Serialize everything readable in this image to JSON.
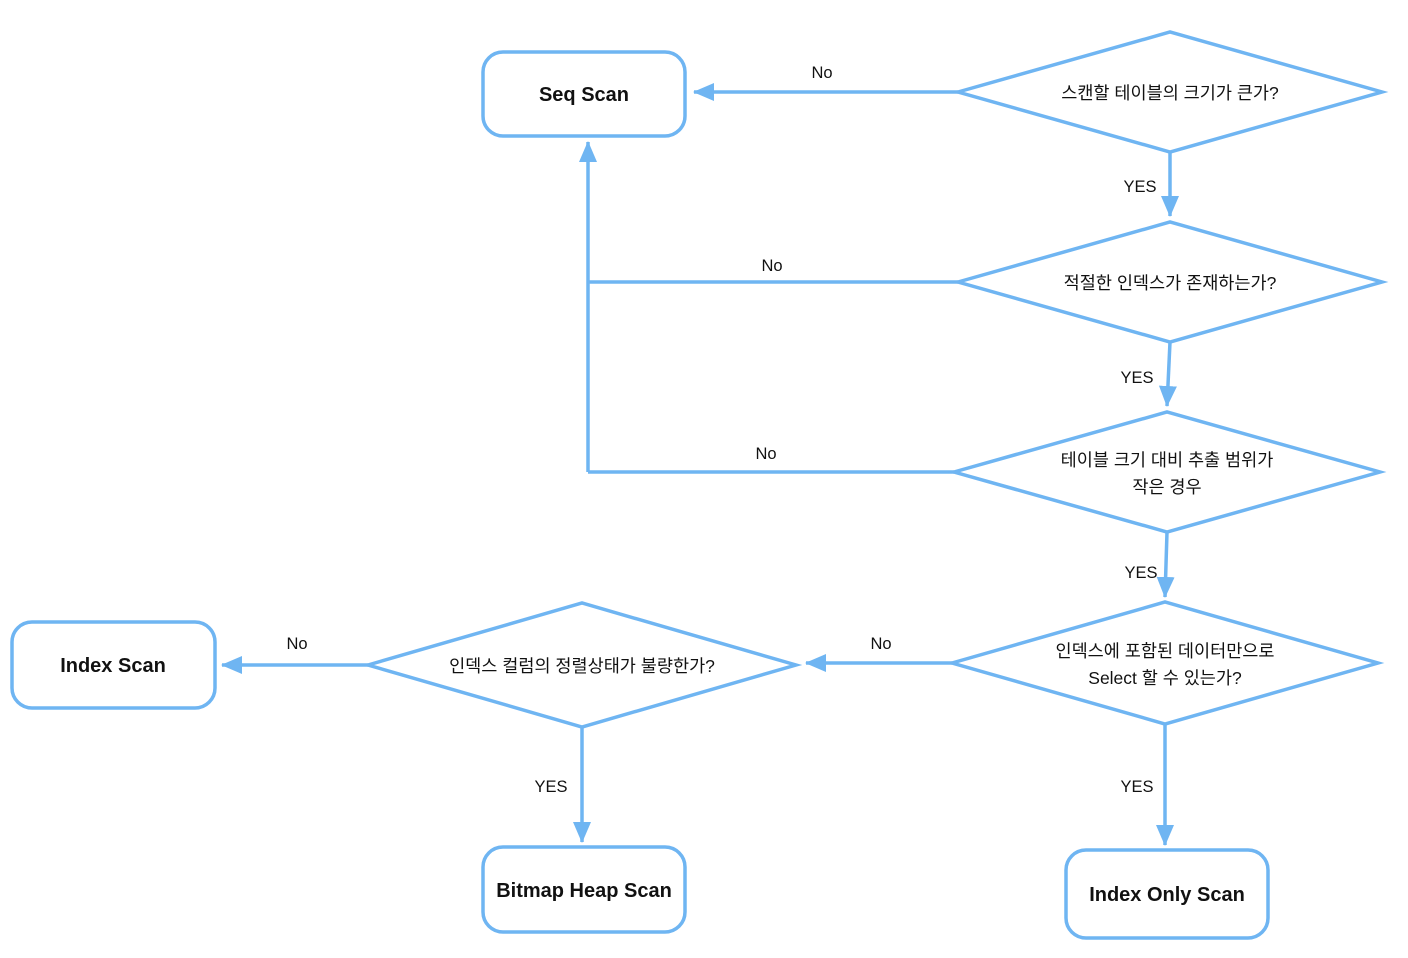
{
  "diagram": {
    "colors": {
      "accent": "#6FB5F2",
      "text": "#111111",
      "background": "#FFFFFF"
    },
    "result_nodes": {
      "seq_scan": "Seq Scan",
      "index_scan": "Index Scan",
      "bitmap_heap_scan": "Bitmap Heap Scan",
      "index_only_scan": "Index Only Scan"
    },
    "decisions": {
      "table_size": "스캔할 테이블의 크기가 큰가?",
      "index_exists": "적절한 인덱스가 존재하는가?",
      "extract_range_line1": "테이블 크기 대비 추출 범위가",
      "extract_range_line2": "작은 경우",
      "index_only_line1": "인덱스에 포함된 데이터만으로",
      "index_only_line2": "Select 할 수 있는가?",
      "sort_state": "인덱스 컬럼의 정렬상태가 불량한가?"
    },
    "edge_labels": {
      "no": "No",
      "yes": "YES"
    }
  }
}
